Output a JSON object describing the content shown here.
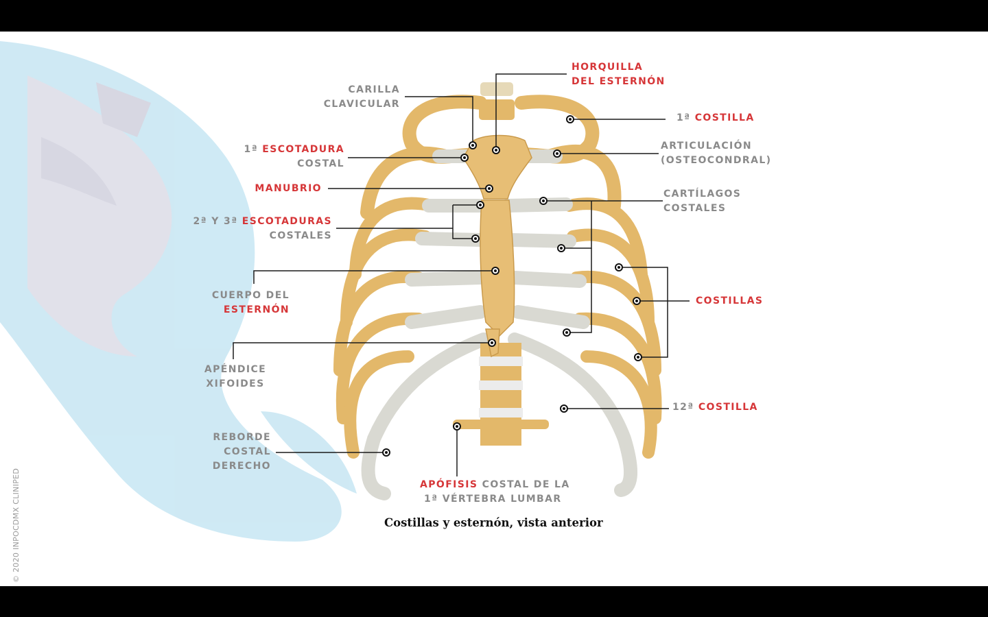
{
  "copyright": "© 2020 INPOCDMX CLINIPED",
  "caption": "Costillas y esternón, vista anterior",
  "colors": {
    "label_gray": "#8a8a8a",
    "label_red": "#d63638",
    "bone": "#e3b86a",
    "cartilage": "#d9d9d2",
    "watermark": "#a8d8ec"
  },
  "labels": {
    "carilla_clavicular": {
      "line1": "CARILLA",
      "line2": "CLAVICULAR"
    },
    "horquilla": {
      "line1": "HORQUILLA",
      "line2": "DEL ESTERNÓN"
    },
    "primera_costilla": {
      "prefix": "1ª",
      "name": "COSTILLA"
    },
    "escotadura_costal": {
      "prefix": "1ª",
      "name": "ESCOTADURA",
      "line2": "COSTAL"
    },
    "articulacion": {
      "line1": "ARTICULACIÓN",
      "line2": "(OSTEOCONDRAL)"
    },
    "manubrio": "MANUBRIO",
    "cartilagos": {
      "line1": "CARTÍLAGOS",
      "line2": "COSTALES"
    },
    "escotaduras_2_3": {
      "prefix": "2ª Y 3ª",
      "name": "ESCOTADURAS",
      "line2": "COSTALES"
    },
    "cuerpo_esternon": {
      "line1": "CUERPO DEL",
      "line2": "ESTERNÓN"
    },
    "costillas": "COSTILLAS",
    "apendice": {
      "line1": "APÉNDICE",
      "line2": "XIFOIDES"
    },
    "costilla_12": {
      "prefix": "12ª",
      "name": "COSTILLA"
    },
    "reborde": {
      "line1": "REBORDE",
      "line2": "COSTAL",
      "line3": "DERECHO"
    },
    "apofisis": {
      "name": "APÓFISIS",
      "rest": "COSTAL DE LA",
      "line2": "1ª VÉRTEBRA LUMBAR"
    }
  }
}
